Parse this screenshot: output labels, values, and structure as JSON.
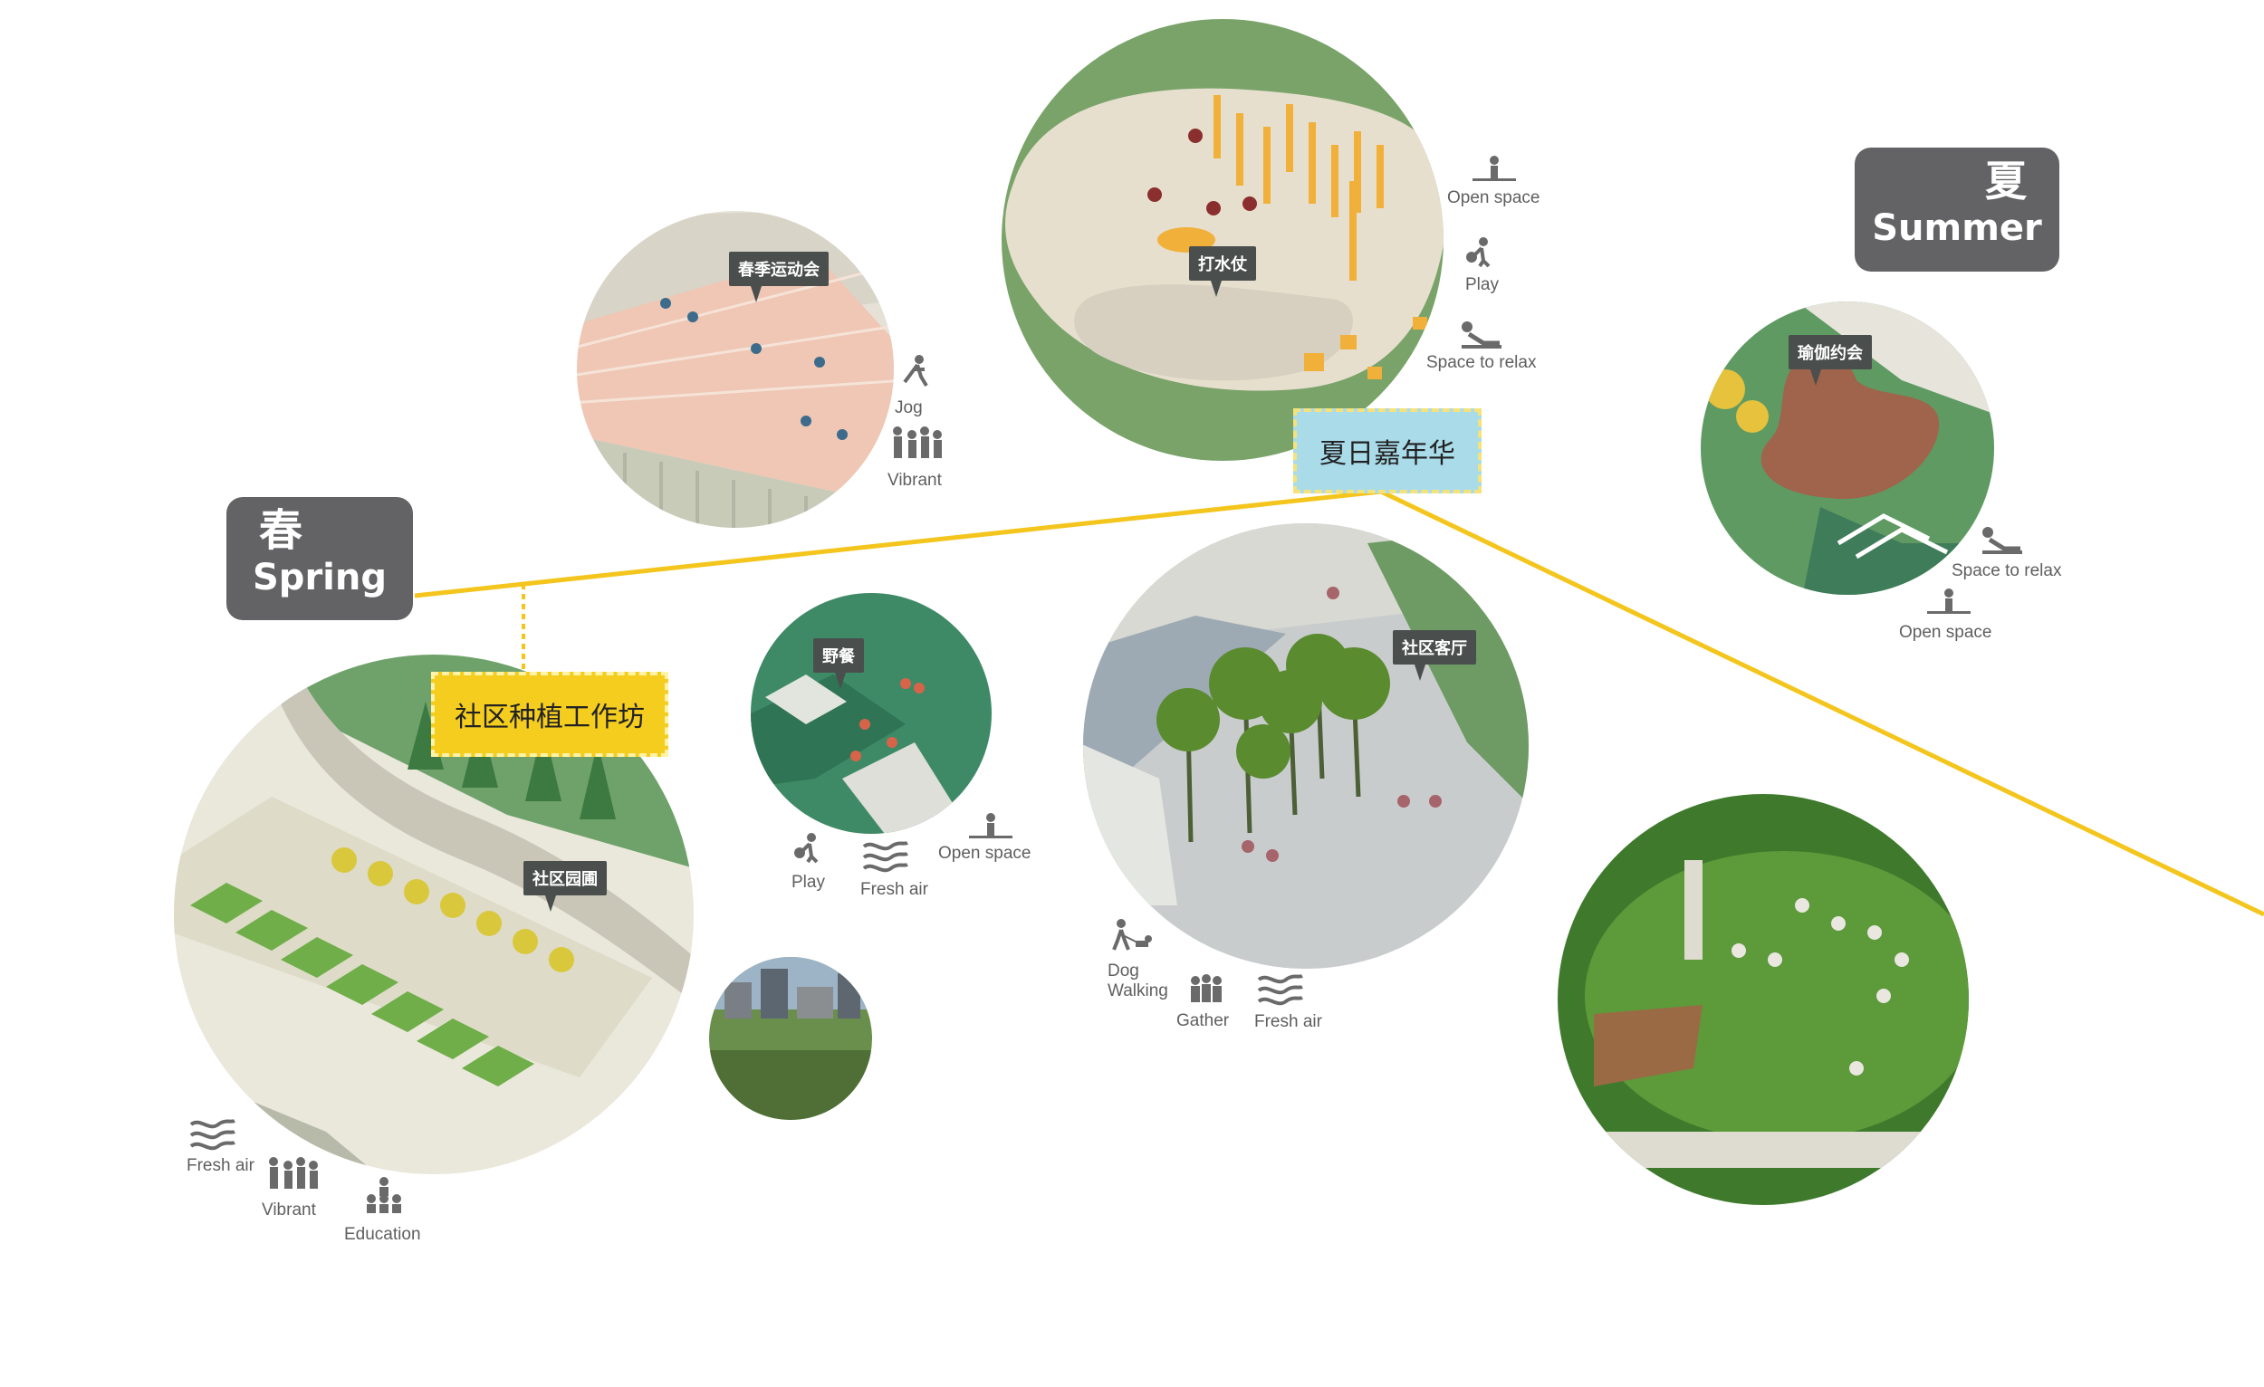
{
  "seasons": {
    "spring": {
      "zh": "春",
      "en": "Spring"
    },
    "summer": {
      "zh": "夏",
      "en": "Summer"
    }
  },
  "callouts": {
    "planting_workshop": "社区种植工作坊",
    "summer_carnival": "夏日嘉年华"
  },
  "scenes": {
    "sports_meet": "春季运动会",
    "water_fight": "打水仗",
    "yoga": "瑜伽约会",
    "picnic": "野餐",
    "garden": "社区园圃",
    "living_room": "社区客厅"
  },
  "icon_labels": {
    "jog": "Jog",
    "vibrant_1": "Vibrant",
    "open_space_1": "Open space",
    "play_1": "Play",
    "relax_1": "Space to relax",
    "relax_2": "Space to relax",
    "open_space_2": "Open space",
    "play_2": "Play",
    "fresh_air_1": "Fresh air",
    "open_space_3": "Open space",
    "dog": "Dog",
    "walking": "Walking",
    "gather": "Gather",
    "fresh_air_2": "Fresh air",
    "fresh_air_3": "Fresh air",
    "vibrant_2": "Vibrant",
    "education": "Education"
  },
  "colors": {
    "timeline": "#f4c51c",
    "season_box": "#636365",
    "icon": "#6a6a6a"
  }
}
